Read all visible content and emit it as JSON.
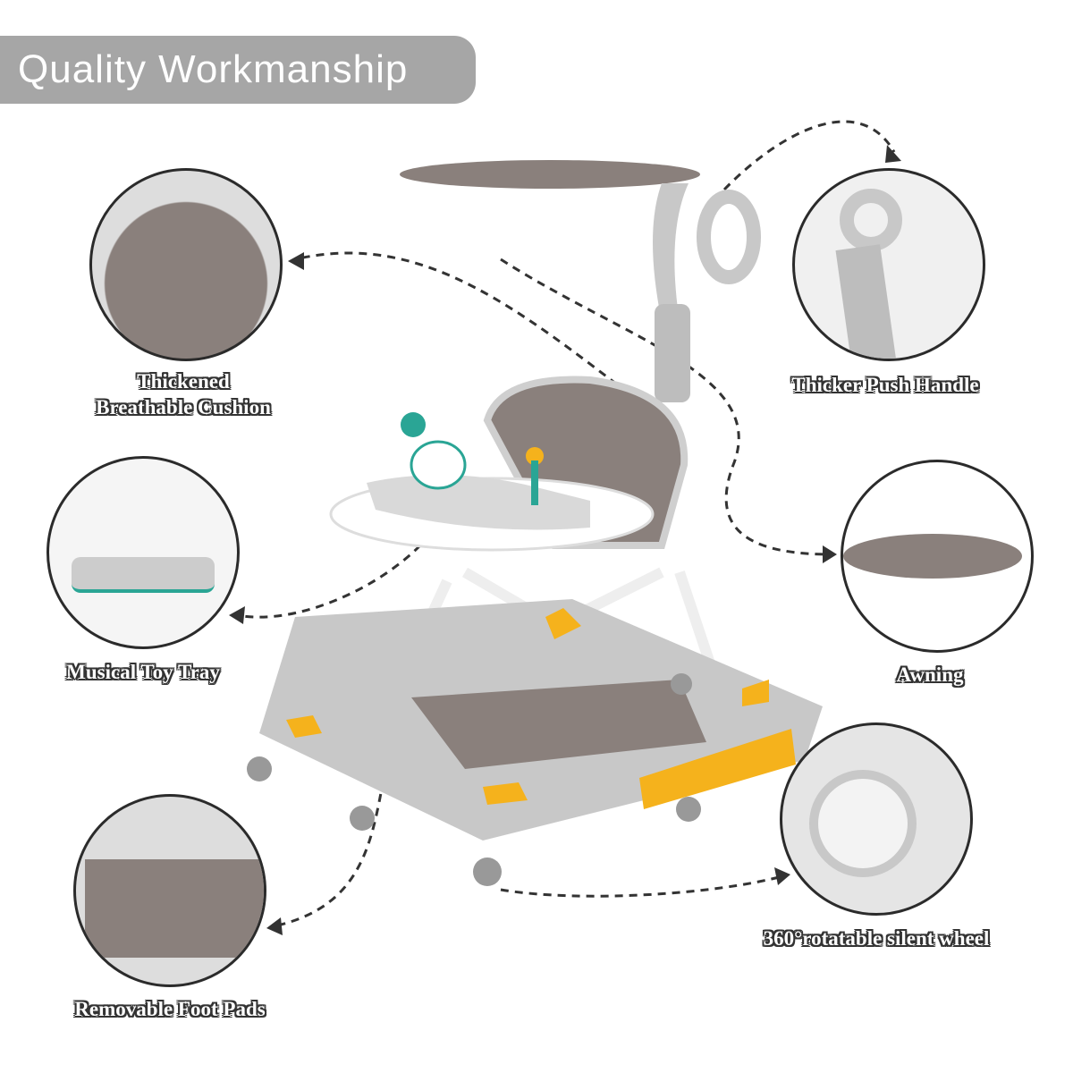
{
  "banner": {
    "title": "Quality Workmanship"
  },
  "features": {
    "cushion": {
      "line1": "Thickened",
      "line2": "Breathable Cushion"
    },
    "handle": "Thicker Push Handle",
    "tray": "Musical Toy Tray",
    "awning": "Awning",
    "footpads": "Removable Foot Pads",
    "wheel": "360°rotatable silent wheel"
  },
  "colors": {
    "accent": "#f5b21c",
    "frame": "#c8c8c8",
    "fabric": "#8a807c",
    "teal": "#2aa595"
  }
}
